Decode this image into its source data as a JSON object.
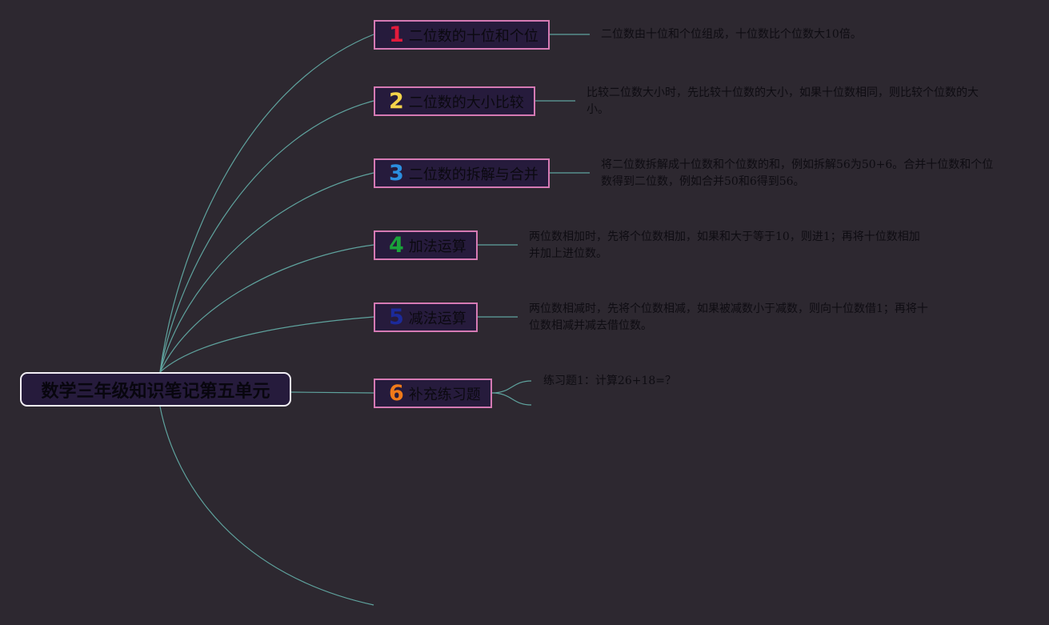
{
  "root": {
    "label": "数学三年级知识笔记第五单元"
  },
  "branches": [
    {
      "number": "1",
      "label": "二位数的十位和个位",
      "note": "二位数由十位和个位组成，十位数比个位数大10倍。",
      "color": "#e21b3c"
    },
    {
      "number": "2",
      "label": "二位数的大小比较",
      "note": "比较二位数大小时，先比较十位数的大小，如果十位数相同，则比较个位数的大小。",
      "color": "#f3d34a"
    },
    {
      "number": "3",
      "label": "二位数的拆解与合并",
      "note": "将二位数拆解成十位数和个位数的和，例如拆解56为50+6。合并十位数和个位数得到二位数，例如合并50和6得到56。",
      "color": "#2b8fe0"
    },
    {
      "number": "4",
      "label": "加法运算",
      "note": "两位数相加时，先将个位数相加，如果和大于等于10，则进1；再将十位数相加并加上进位数。",
      "color": "#1aa33a"
    },
    {
      "number": "5",
      "label": "减法运算",
      "note": "两位数相减时，先将个位数相减，如果被减数小于减数，则向十位数借1；再将十位数相减并减去借位数。",
      "color": "#1c2a9a"
    },
    {
      "number": "6",
      "label": "补充练习题",
      "note": "练习题1：计算26+18=？",
      "color": "#f07a1a"
    }
  ],
  "colors": {
    "background": "#2d2830",
    "connector": "#5fa39e",
    "branch_border": "#d57ab4",
    "node_fill": "#261b3c"
  }
}
